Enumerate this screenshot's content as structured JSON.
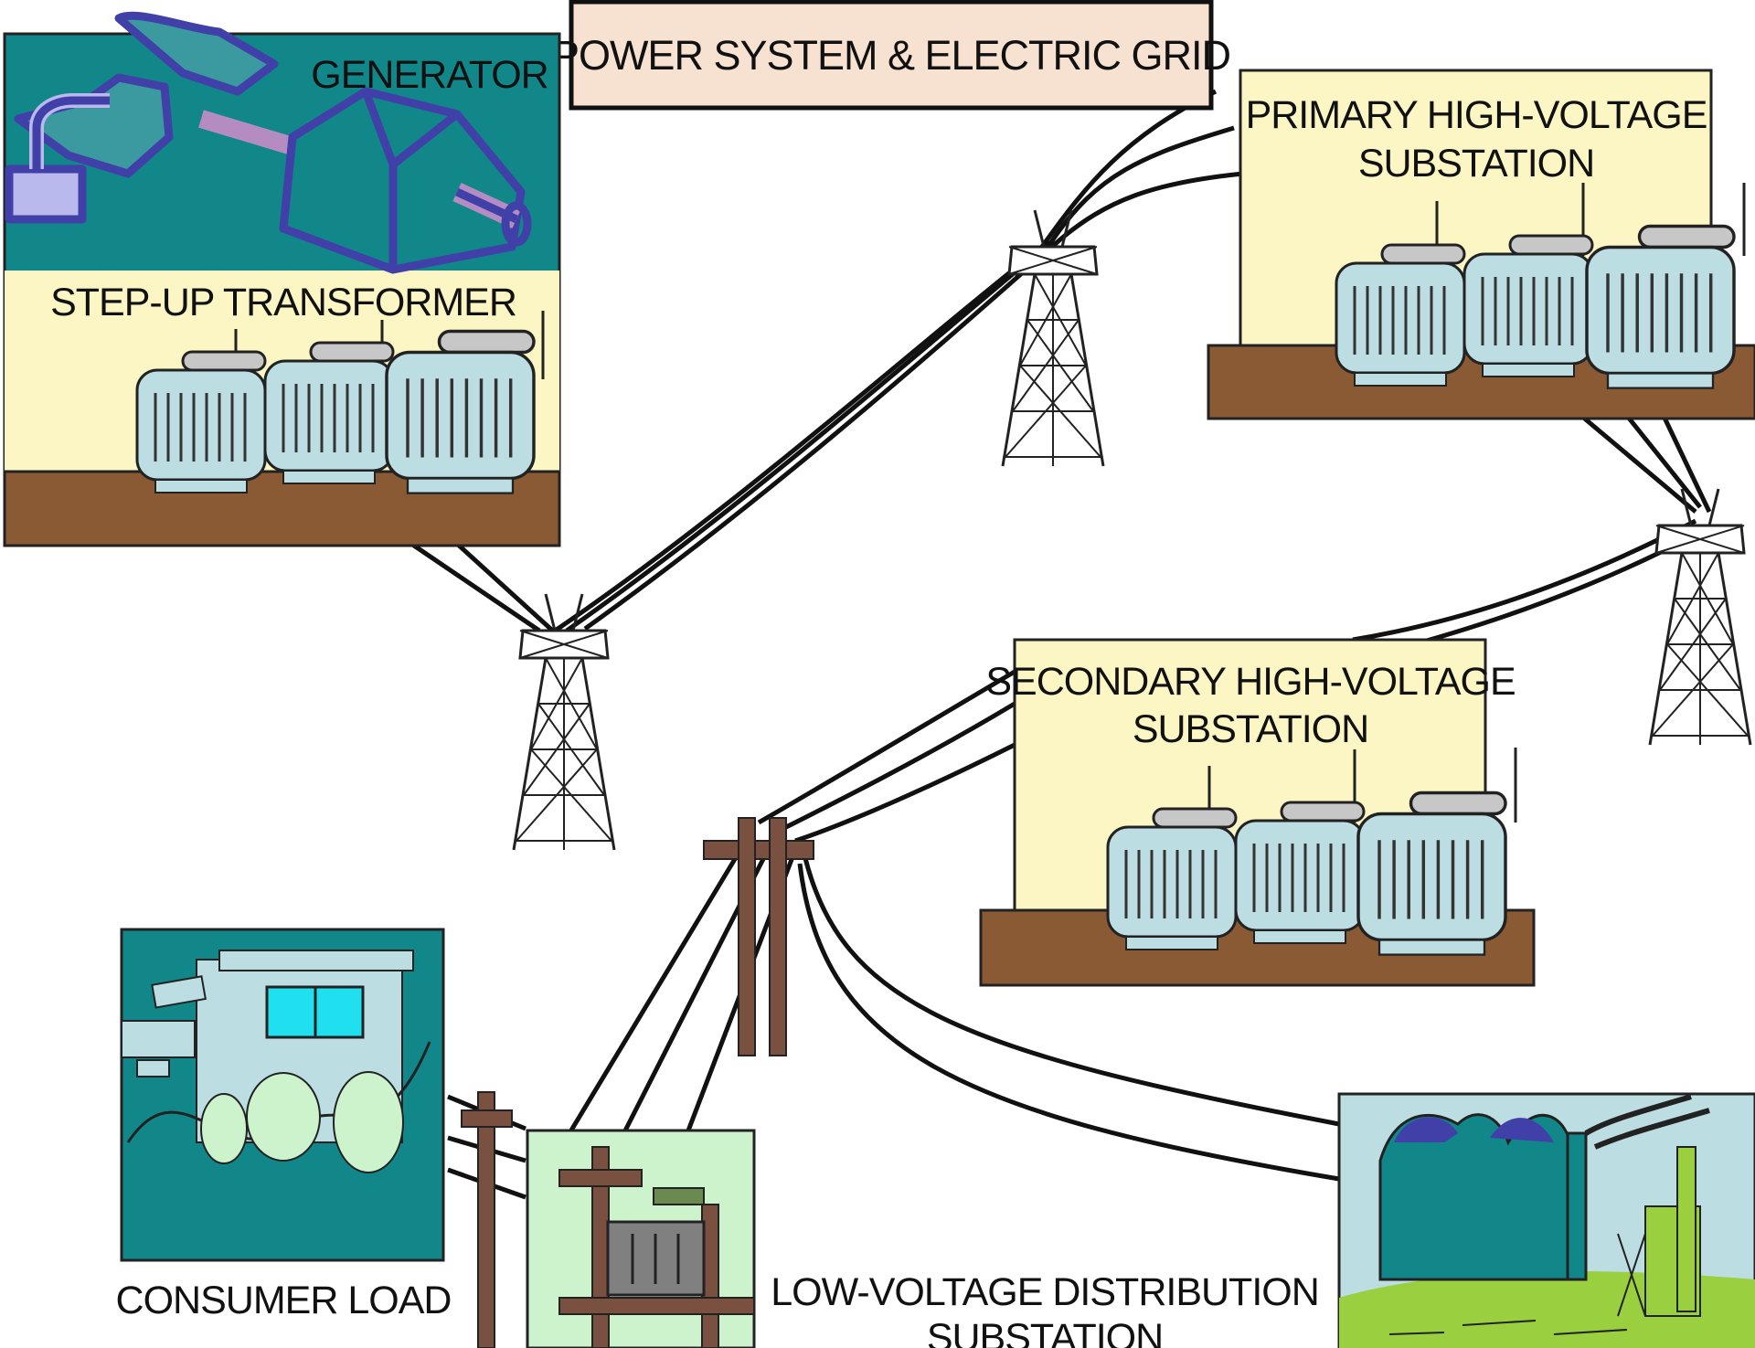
{
  "title": "POWER SYSTEM & ELECTRIC GRID",
  "components": {
    "generator": "GENERATOR",
    "step_up_transformer": "STEP-UP TRANSFORMER",
    "primary_substation": [
      "PRIMARY HIGH-VOLTAGE",
      "SUBSTATION"
    ],
    "secondary_substation": [
      "SECONDARY HIGH-VOLTAGE",
      "SUBSTATION"
    ],
    "consumer_load": "CONSUMER LOAD",
    "low_voltage_distribution": [
      "LOW-VOLTAGE DISTRIBUTION",
      "SUBSTATION"
    ]
  },
  "colors": {
    "teal": "#12878a",
    "pale_yellow": "#fbf6c4",
    "ground_brown": "#8a5a34",
    "transformer_blue": "#bcdde2",
    "title_fill": "#f7e2d2",
    "pole_brown": "#7a5040",
    "light_green": "#cdf3cd",
    "generator_purple": "#4040a8"
  }
}
